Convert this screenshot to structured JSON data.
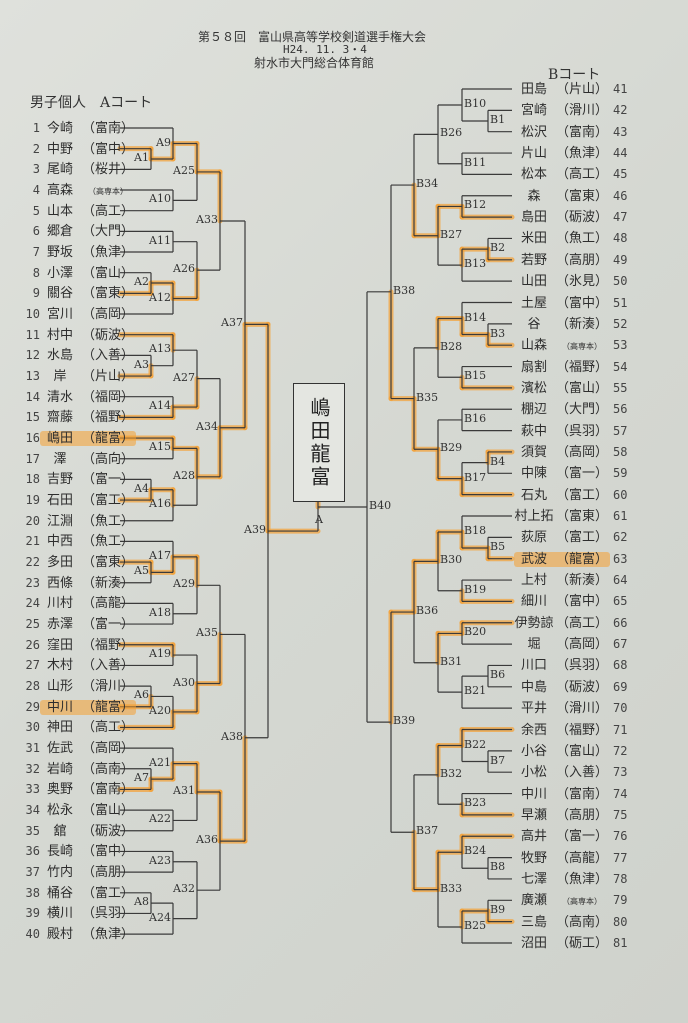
{
  "header": {
    "title": "第５８回　富山県高等学校剣道選手権大会",
    "date": "H24. 11. 3・4",
    "venue": "射水市大門総合体育館"
  },
  "left": {
    "heading": "男子個人　Aコート",
    "players": [
      {
        "no": "1",
        "name": "今崎",
        "school": "富南"
      },
      {
        "no": "2",
        "name": "中野",
        "school": "富中"
      },
      {
        "no": "3",
        "name": "尾崎",
        "school": "桜井"
      },
      {
        "no": "4",
        "name": "高森",
        "school": "高専本"
      },
      {
        "no": "5",
        "name": "山本",
        "school": "高工"
      },
      {
        "no": "6",
        "name": "郷倉",
        "school": "大門"
      },
      {
        "no": "7",
        "name": "野坂",
        "school": "魚津"
      },
      {
        "no": "8",
        "name": "小澤",
        "school": "富山"
      },
      {
        "no": "9",
        "name": "關谷",
        "school": "富東"
      },
      {
        "no": "10",
        "name": "宮川",
        "school": "高岡"
      },
      {
        "no": "11",
        "name": "村中",
        "school": "砺波"
      },
      {
        "no": "12",
        "name": "水島",
        "school": "入善"
      },
      {
        "no": "13",
        "name": "岸",
        "school": "片山"
      },
      {
        "no": "14",
        "name": "清水",
        "school": "福岡"
      },
      {
        "no": "15",
        "name": "齋藤",
        "school": "福野"
      },
      {
        "no": "16",
        "name": "嶋田",
        "school": "龍富",
        "marked": true
      },
      {
        "no": "17",
        "name": "澤",
        "school": "高向"
      },
      {
        "no": "18",
        "name": "吉野",
        "school": "富一"
      },
      {
        "no": "19",
        "name": "石田",
        "school": "富工"
      },
      {
        "no": "20",
        "name": "江淵",
        "school": "魚工"
      },
      {
        "no": "21",
        "name": "中西",
        "school": "魚工"
      },
      {
        "no": "22",
        "name": "多田",
        "school": "富東"
      },
      {
        "no": "23",
        "name": "西條",
        "school": "新湊"
      },
      {
        "no": "24",
        "name": "川村",
        "school": "高龍"
      },
      {
        "no": "25",
        "name": "赤澤",
        "school": "富一"
      },
      {
        "no": "26",
        "name": "窪田",
        "school": "福野"
      },
      {
        "no": "27",
        "name": "木村",
        "school": "入善"
      },
      {
        "no": "28",
        "name": "山形",
        "school": "滑川"
      },
      {
        "no": "29",
        "name": "中川",
        "school": "龍富",
        "marked": true
      },
      {
        "no": "30",
        "name": "神田",
        "school": "高工"
      },
      {
        "no": "31",
        "name": "佐武",
        "school": "高岡"
      },
      {
        "no": "32",
        "name": "岩崎",
        "school": "高南"
      },
      {
        "no": "33",
        "name": "奥野",
        "school": "富南"
      },
      {
        "no": "34",
        "name": "松永",
        "school": "富山"
      },
      {
        "no": "35",
        "name": "舘",
        "school": "砺波"
      },
      {
        "no": "36",
        "name": "長崎",
        "school": "富中"
      },
      {
        "no": "37",
        "name": "竹内",
        "school": "高朋"
      },
      {
        "no": "38",
        "name": "桶谷",
        "school": "富工"
      },
      {
        "no": "39",
        "name": "横川",
        "school": "呉羽"
      },
      {
        "no": "40",
        "name": "殿村",
        "school": "魚津"
      }
    ],
    "matches": [
      {
        "id": "A1",
        "a": 2,
        "b": 3,
        "w": 0
      },
      {
        "id": "A2",
        "a": 8,
        "b": 9,
        "w": 1
      },
      {
        "id": "A3",
        "a": 12,
        "b": 13,
        "w": 1
      },
      {
        "id": "A4",
        "a": 18,
        "b": 19,
        "w": 1
      },
      {
        "id": "A5",
        "a": 22,
        "b": 23,
        "w": 0
      },
      {
        "id": "A6",
        "a": 28,
        "b": 29,
        "w": 1
      },
      {
        "id": "A7",
        "a": 32,
        "b": 33,
        "w": 1
      },
      {
        "id": "A8",
        "a": 38,
        "b": 39,
        "w": null
      },
      {
        "id": "A9",
        "a": 1,
        "b": "A1",
        "w": 1
      },
      {
        "id": "A10",
        "a": 4,
        "b": 5,
        "w": null
      },
      {
        "id": "A11",
        "a": 6,
        "b": 7,
        "w": null
      },
      {
        "id": "A12",
        "a": "A2",
        "b": 10,
        "w": 0
      },
      {
        "id": "A13",
        "a": 11,
        "b": "A3",
        "w": 0
      },
      {
        "id": "A14",
        "a": 14,
        "b": 15,
        "w": 1
      },
      {
        "id": "A15",
        "a": 16,
        "b": 17,
        "w": 0
      },
      {
        "id": "A16",
        "a": "A4",
        "b": 20,
        "w": 0
      },
      {
        "id": "A17",
        "a": 21,
        "b": "A5",
        "w": 1
      },
      {
        "id": "A18",
        "a": 24,
        "b": 25,
        "w": null
      },
      {
        "id": "A19",
        "a": 26,
        "b": 27,
        "w": 0
      },
      {
        "id": "A20",
        "a": "A6",
        "b": 30,
        "w": 1
      },
      {
        "id": "A21",
        "a": 31,
        "b": "A7",
        "w": 1
      },
      {
        "id": "A22",
        "a": 34,
        "b": 35,
        "w": null
      },
      {
        "id": "A23",
        "a": 36,
        "b": 37,
        "w": null
      },
      {
        "id": "A24",
        "a": "A8",
        "b": 40,
        "w": null
      },
      {
        "id": "A25",
        "a": "A9",
        "b": "A10",
        "w": 0
      },
      {
        "id": "A26",
        "a": "A11",
        "b": "A12",
        "w": 1
      },
      {
        "id": "A27",
        "a": "A13",
        "b": "A14",
        "w": 1
      },
      {
        "id": "A28",
        "a": "A15",
        "b": "A16",
        "w": 0
      },
      {
        "id": "A29",
        "a": "A17",
        "b": "A18",
        "w": 0
      },
      {
        "id": "A30",
        "a": "A19",
        "b": "A20",
        "w": 1
      },
      {
        "id": "A31",
        "a": "A21",
        "b": "A22",
        "w": 0
      },
      {
        "id": "A32",
        "a": "A23",
        "b": "A24",
        "w": null
      },
      {
        "id": "A33",
        "a": "A25",
        "b": "A26",
        "w": 0
      },
      {
        "id": "A34",
        "a": "A27",
        "b": "A28",
        "w": 1
      },
      {
        "id": "A35",
        "a": "A29",
        "b": "A30",
        "w": 1
      },
      {
        "id": "A36",
        "a": "A31",
        "b": "A32",
        "w": 0
      },
      {
        "id": "A37",
        "a": "A33",
        "b": "A34",
        "w": 1
      },
      {
        "id": "A38",
        "a": "A35",
        "b": "A36",
        "w": 1
      },
      {
        "id": "A39",
        "a": "A37",
        "b": "A38",
        "w": 0
      }
    ]
  },
  "right": {
    "heading": "Bコート",
    "players": [
      {
        "no": "41",
        "name": "田島",
        "school": "片山"
      },
      {
        "no": "42",
        "name": "宮崎",
        "school": "滑川"
      },
      {
        "no": "43",
        "name": "松沢",
        "school": "富南"
      },
      {
        "no": "44",
        "name": "片山",
        "school": "魚津"
      },
      {
        "no": "45",
        "name": "松本",
        "school": "高工"
      },
      {
        "no": "46",
        "name": "森",
        "school": "富東"
      },
      {
        "no": "47",
        "name": "島田",
        "school": "砺波"
      },
      {
        "no": "48",
        "name": "米田",
        "school": "魚工"
      },
      {
        "no": "49",
        "name": "若野",
        "school": "高朋"
      },
      {
        "no": "50",
        "name": "山田",
        "school": "氷見"
      },
      {
        "no": "51",
        "name": "土屋",
        "school": "富中"
      },
      {
        "no": "52",
        "name": "谷",
        "school": "新湊"
      },
      {
        "no": "53",
        "name": "山森",
        "school": "高専本"
      },
      {
        "no": "54",
        "name": "扇割",
        "school": "福野"
      },
      {
        "no": "55",
        "name": "濱松",
        "school": "富山"
      },
      {
        "no": "56",
        "name": "棚辺",
        "school": "大門"
      },
      {
        "no": "57",
        "name": "萩中",
        "school": "呉羽"
      },
      {
        "no": "58",
        "name": "須賀",
        "school": "高岡"
      },
      {
        "no": "59",
        "name": "中陳",
        "school": "富一"
      },
      {
        "no": "60",
        "name": "石丸",
        "school": "富工"
      },
      {
        "no": "61",
        "name": "村上拓",
        "school": "富東"
      },
      {
        "no": "62",
        "name": "荻原",
        "school": "富工"
      },
      {
        "no": "63",
        "name": "武波",
        "school": "龍富",
        "marked": true
      },
      {
        "no": "64",
        "name": "上村",
        "school": "新湊"
      },
      {
        "no": "65",
        "name": "細川",
        "school": "富中"
      },
      {
        "no": "66",
        "name": "伊勢諒",
        "school": "高工"
      },
      {
        "no": "67",
        "name": "堀",
        "school": "高岡"
      },
      {
        "no": "68",
        "name": "川口",
        "school": "呉羽"
      },
      {
        "no": "69",
        "name": "中島",
        "school": "砺波"
      },
      {
        "no": "70",
        "name": "平井",
        "school": "滑川"
      },
      {
        "no": "71",
        "name": "余西",
        "school": "福野"
      },
      {
        "no": "72",
        "name": "小谷",
        "school": "富山"
      },
      {
        "no": "73",
        "name": "小松",
        "school": "入善"
      },
      {
        "no": "74",
        "name": "中川",
        "school": "富南"
      },
      {
        "no": "75",
        "name": "早瀬",
        "school": "高朋"
      },
      {
        "no": "76",
        "name": "高井",
        "school": "富一"
      },
      {
        "no": "77",
        "name": "牧野",
        "school": "高龍"
      },
      {
        "no": "78",
        "name": "七澤",
        "school": "魚津"
      },
      {
        "no": "79",
        "name": "廣瀬",
        "school": "高専本"
      },
      {
        "no": "80",
        "name": "三島",
        "school": "高南"
      },
      {
        "no": "81",
        "name": "沼田",
        "school": "砺工"
      }
    ],
    "matches": [
      {
        "id": "B1",
        "a": 42,
        "b": 43,
        "w": null
      },
      {
        "id": "B2",
        "a": 48,
        "b": 49,
        "w": 1
      },
      {
        "id": "B3",
        "a": 52,
        "b": 53,
        "w": 1
      },
      {
        "id": "B4",
        "a": 58,
        "b": 59,
        "w": 0
      },
      {
        "id": "B5",
        "a": 62,
        "b": 63,
        "w": 1
      },
      {
        "id": "B6",
        "a": 68,
        "b": 69,
        "w": null
      },
      {
        "id": "B7",
        "a": 72,
        "b": 73,
        "w": null
      },
      {
        "id": "B8",
        "a": 77,
        "b": 78,
        "w": null
      },
      {
        "id": "B9",
        "a": 79,
        "b": 80,
        "w": 1
      },
      {
        "id": "B10",
        "a": 41,
        "b": "B1",
        "w": null
      },
      {
        "id": "B11",
        "a": 44,
        "b": 45,
        "w": null
      },
      {
        "id": "B12",
        "a": 46,
        "b": 47,
        "w": 1
      },
      {
        "id": "B13",
        "a": "B2",
        "b": 50,
        "w": 0
      },
      {
        "id": "B14",
        "a": 51,
        "b": "B3",
        "w": 1
      },
      {
        "id": "B15",
        "a": 54,
        "b": 55,
        "w": 1
      },
      {
        "id": "B16",
        "a": 56,
        "b": 57,
        "w": null
      },
      {
        "id": "B17",
        "a": "B4",
        "b": 60,
        "w": 1
      },
      {
        "id": "B18",
        "a": 61,
        "b": "B5",
        "w": 1
      },
      {
        "id": "B19",
        "a": 64,
        "b": 65,
        "w": 1
      },
      {
        "id": "B20",
        "a": 66,
        "b": 67,
        "w": 0
      },
      {
        "id": "B21",
        "a": "B6",
        "b": 70,
        "w": null
      },
      {
        "id": "B22",
        "a": 71,
        "b": "B7",
        "w": 0
      },
      {
        "id": "B23",
        "a": 74,
        "b": 75,
        "w": 1
      },
      {
        "id": "B24",
        "a": 76,
        "b": "B8",
        "w": 0
      },
      {
        "id": "B25",
        "a": "B9",
        "b": 81,
        "w": 0
      },
      {
        "id": "B26",
        "a": "B10",
        "b": "B11",
        "w": null
      },
      {
        "id": "B27",
        "a": "B12",
        "b": "B13",
        "w": 0
      },
      {
        "id": "B28",
        "a": "B14",
        "b": "B15",
        "w": 0
      },
      {
        "id": "B29",
        "a": "B16",
        "b": "B17",
        "w": 1
      },
      {
        "id": "B30",
        "a": "B18",
        "b": "B19",
        "w": 0
      },
      {
        "id": "B31",
        "a": "B20",
        "b": "B21",
        "w": 0
      },
      {
        "id": "B32",
        "a": "B22",
        "b": "B23",
        "w": 0
      },
      {
        "id": "B33",
        "a": "B24",
        "b": "B25",
        "w": 0
      },
      {
        "id": "B34",
        "a": "B26",
        "b": "B27",
        "w": 1
      },
      {
        "id": "B35",
        "a": "B28",
        "b": "B29",
        "w": 1
      },
      {
        "id": "B36",
        "a": "B30",
        "b": "B31",
        "w": 0
      },
      {
        "id": "B37",
        "a": "B32",
        "b": "B33",
        "w": 1
      },
      {
        "id": "B38",
        "a": "B34",
        "b": "B35",
        "w": 1
      },
      {
        "id": "B39",
        "a": "B36",
        "b": "B37",
        "w": 0
      },
      {
        "id": "B40",
        "a": "B38",
        "b": "B39",
        "w": null
      }
    ]
  },
  "final": {
    "label": "A",
    "winner_handwritten": "嶋田龍富"
  },
  "colors": {
    "line": "#3a3a3a",
    "highlight": "#f5a032"
  }
}
